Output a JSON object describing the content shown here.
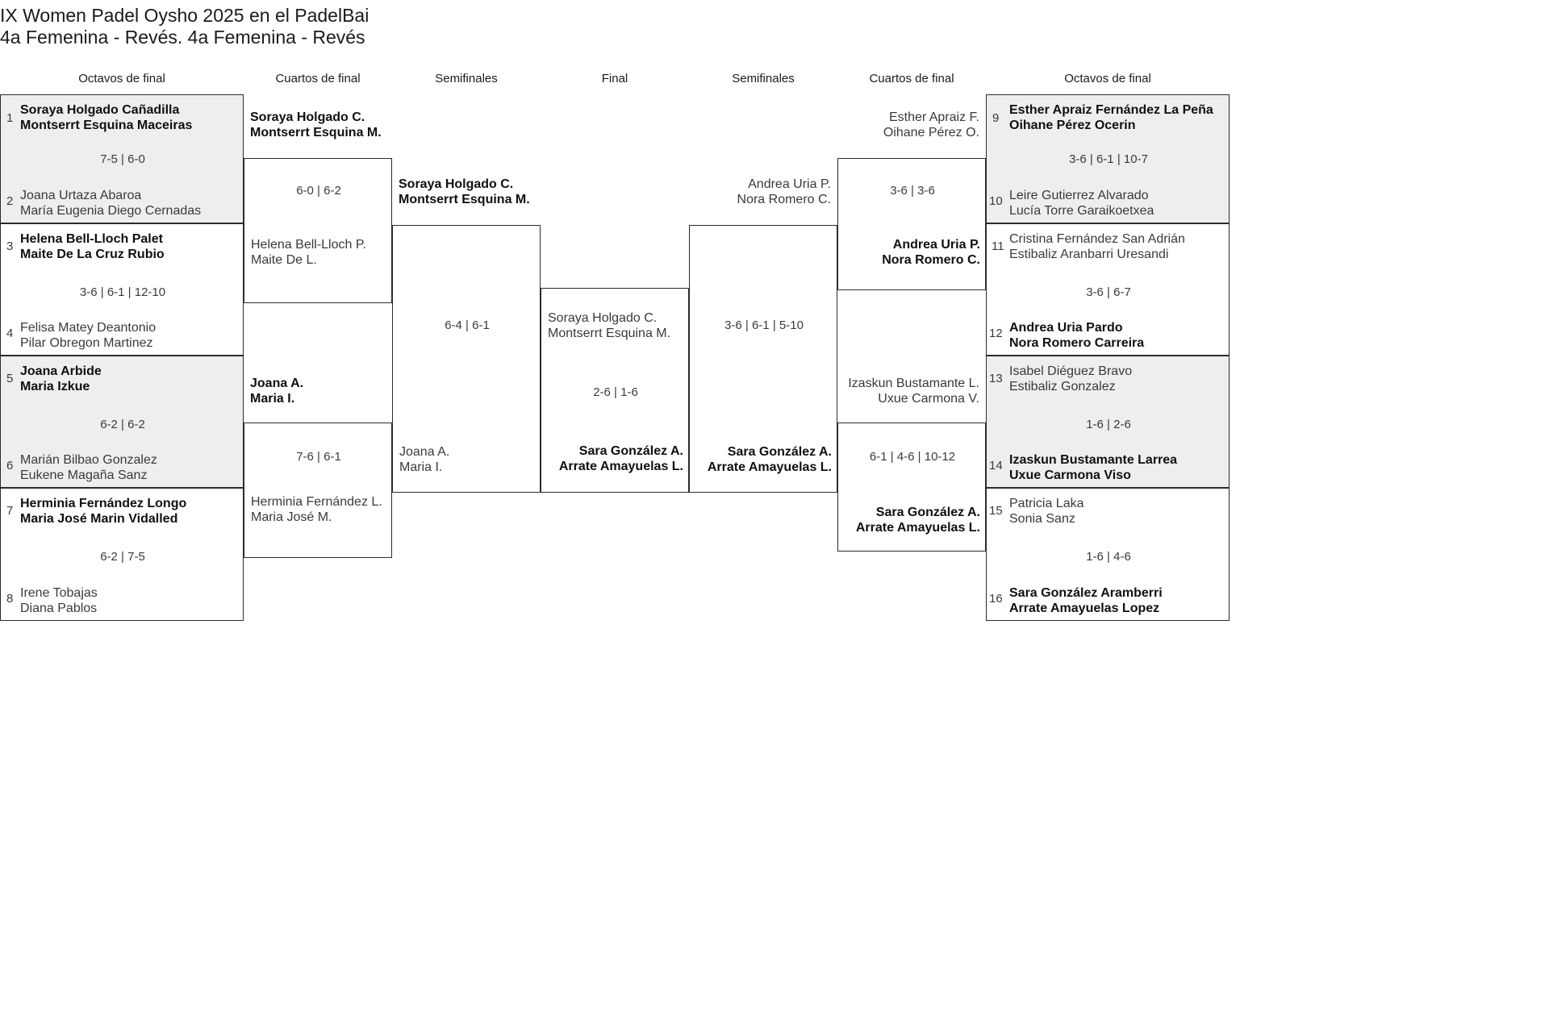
{
  "header": {
    "title_line1": "IX Women Padel Oysho 2025 en el PadelBai",
    "title_line2": "4a Femenina - Revés. 4a Femenina - Revés"
  },
  "round_labels": {
    "r16_left": "Octavos de final",
    "qf_left": "Cuartos de final",
    "sf_left": "Semifinales",
    "final": "Final",
    "sf_right": "Semifinales",
    "qf_right": "Cuartos de final",
    "r16_right": "Octavos de final"
  },
  "left": {
    "r16": [
      {
        "top_seed": "1",
        "top_p1": "Soraya Holgado Cañadilla",
        "top_p2": "Montserrt Esquina Maceiras",
        "top_winner": true,
        "score": "7-5 | 6-0",
        "bot_seed": "2",
        "bot_p1": "Joana Urtaza Abaroa",
        "bot_p2": "María Eugenia Diego Cernadas",
        "bot_winner": false,
        "shaded": true
      },
      {
        "top_seed": "3",
        "top_p1": "Helena Bell-Lloch Palet",
        "top_p2": "Maite De La Cruz Rubio",
        "top_winner": true,
        "score": "3-6 | 6-1 | 12-10",
        "bot_seed": "4",
        "bot_p1": "Felisa Matey Deantonio",
        "bot_p2": "Pilar Obregon Martinez",
        "bot_winner": false,
        "shaded": false
      },
      {
        "top_seed": "5",
        "top_p1": "Joana Arbide",
        "top_p2": "Maria Izkue",
        "top_winner": true,
        "score": "6-2 | 6-2",
        "bot_seed": "6",
        "bot_p1": "Marián Bilbao Gonzalez",
        "bot_p2": "Eukene Magaña Sanz",
        "bot_winner": false,
        "shaded": true
      },
      {
        "top_seed": "7",
        "top_p1": "Herminia Fernández Longo",
        "top_p2": "Maria José Marin Vidalled",
        "top_winner": true,
        "score": "6-2 | 7-5",
        "bot_seed": "8",
        "bot_p1": "Irene Tobajas",
        "bot_p2": "Diana Pablos",
        "bot_winner": false,
        "shaded": false
      }
    ],
    "qf": [
      {
        "top_p1": "Soraya Holgado C.",
        "top_p2": "Montserrt Esquina M.",
        "top_winner": true,
        "score": "6-0 | 6-2",
        "bot_p1": "Helena Bell-Lloch P.",
        "bot_p2": "Maite De L.",
        "bot_winner": false
      },
      {
        "top_p1": "Joana A.",
        "top_p2": "Maria I.",
        "top_winner": true,
        "score": "7-6 | 6-1",
        "bot_p1": "Herminia Fernández L.",
        "bot_p2": "Maria José M.",
        "bot_winner": false
      }
    ],
    "sf": [
      {
        "top_p1": "Soraya Holgado C.",
        "top_p2": "Montserrt Esquina M.",
        "top_winner": true,
        "score": "6-4 | 6-1",
        "bot_p1": "Joana A.",
        "bot_p2": "Maria I.",
        "bot_winner": false
      }
    ]
  },
  "final": {
    "top_p1": "Soraya Holgado C.",
    "top_p2": "Montserrt Esquina M.",
    "top_winner": false,
    "score": "2-6 | 1-6",
    "bot_p1": "Sara González A.",
    "bot_p2": "Arrate Amayuelas L.",
    "bot_winner": true
  },
  "right": {
    "sf": [
      {
        "top_p1": "Andrea Uria P.",
        "top_p2": "Nora Romero C.",
        "top_winner": false,
        "score": "3-6 | 6-1 | 5-10",
        "bot_p1": "Sara González A.",
        "bot_p2": "Arrate Amayuelas L.",
        "bot_winner": true
      }
    ],
    "qf": [
      {
        "top_p1": "Esther Apraiz F.",
        "top_p2": "Oihane Pérez O.",
        "top_winner": false,
        "score": "3-6 | 3-6",
        "bot_p1": "Andrea Uria P.",
        "bot_p2": "Nora Romero C.",
        "bot_winner": true
      },
      {
        "top_p1": "Izaskun Bustamante L.",
        "top_p2": "Uxue Carmona V.",
        "top_winner": false,
        "score": "6-1 | 4-6 | 10-12",
        "bot_p1": "Sara González A.",
        "bot_p2": "Arrate Amayuelas L.",
        "bot_winner": true
      }
    ],
    "r16": [
      {
        "top_seed": "9",
        "top_p1": "Esther Apraiz Fernández La Peña",
        "top_p2": "Oihane Pérez Ocerin",
        "top_winner": true,
        "score": "3-6 | 6-1 | 10-7",
        "bot_seed": "10",
        "bot_p1": "Leire Gutierrez Alvarado",
        "bot_p2": "Lucía Torre Garaikoetxea",
        "bot_winner": false,
        "shaded": true
      },
      {
        "top_seed": "11",
        "top_p1": "Cristina Fernández San Adrián",
        "top_p2": "Estibaliz Aranbarri Uresandi",
        "top_winner": false,
        "score": "3-6 | 6-7",
        "bot_seed": "12",
        "bot_p1": "Andrea Uria Pardo",
        "bot_p2": "Nora Romero Carreira",
        "bot_winner": true,
        "shaded": false
      },
      {
        "top_seed": "13",
        "top_p1": "Isabel Diéguez Bravo",
        "top_p2": "Estibaliz Gonzalez",
        "top_winner": false,
        "score": "1-6 | 2-6",
        "bot_seed": "14",
        "bot_p1": "Izaskun Bustamante Larrea",
        "bot_p2": "Uxue Carmona Viso",
        "bot_winner": true,
        "shaded": true
      },
      {
        "top_seed": "15",
        "top_p1": "Patricia Laka",
        "top_p2": "Sonia Sanz",
        "top_winner": false,
        "score": "1-6 | 4-6",
        "bot_seed": "16",
        "bot_p1": "Sara González Aramberri",
        "bot_p2": "Arrate Amayuelas Lopez",
        "bot_winner": true,
        "shaded": false
      }
    ]
  }
}
